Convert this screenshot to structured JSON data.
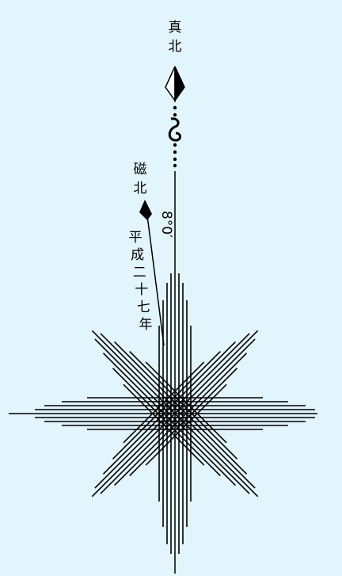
{
  "colors": {
    "background": "#e2f4fc",
    "ink": "#000000",
    "needle_light": "#ffffff"
  },
  "labels": {
    "true_north_char1": "真",
    "true_north_char2": "北",
    "magnetic_north_char1": "磁",
    "magnetic_north_char2": "北",
    "declination": "8°0′",
    "year_chars": [
      "平",
      "成",
      "二",
      "十",
      "七",
      "年"
    ]
  },
  "icons": {
    "true_north_arrow": "true-north-arrow-icon",
    "magnetic_north_arrow": "magnetic-north-arrow-icon",
    "ornament": "scroll-ornament-icon"
  }
}
